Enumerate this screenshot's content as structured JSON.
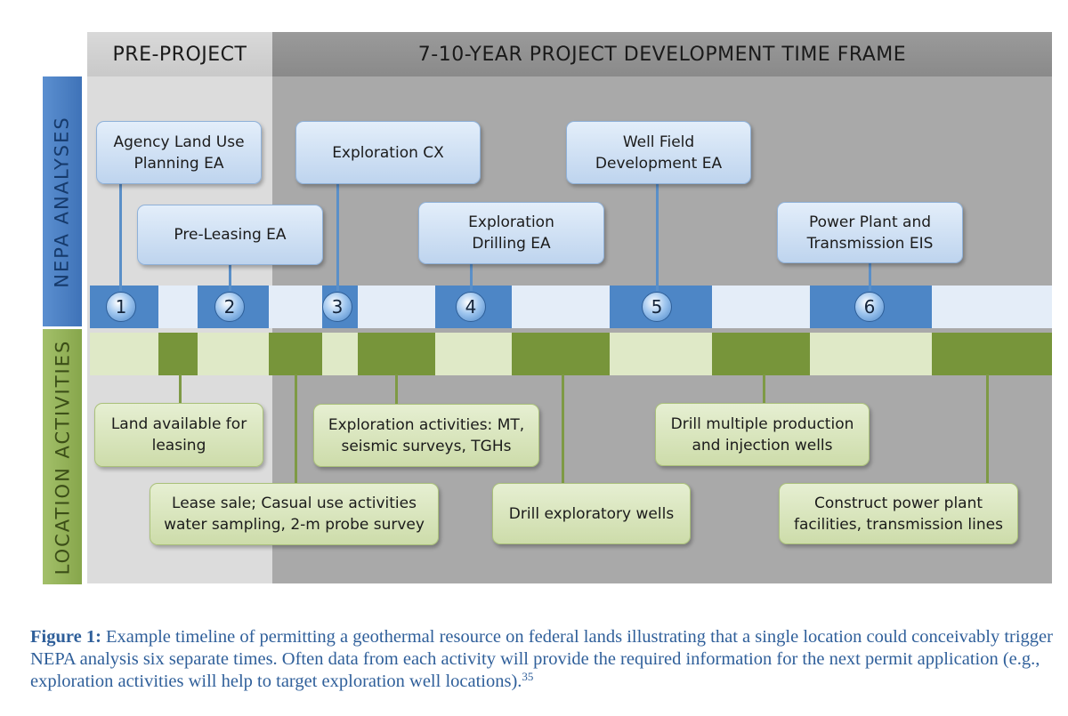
{
  "headers": {
    "pre_project": "PRE-PROJECT",
    "development": "7-10-YEAR PROJECT DEVELOPMENT TIME FRAME"
  },
  "side_labels": {
    "nepa": "NEPA ANALYSES",
    "location": "LOCATION ACTIVITIES"
  },
  "steps": [
    "1",
    "2",
    "3",
    "4",
    "5",
    "6"
  ],
  "nepa_boxes": {
    "agency_land_use": "Agency Land Use\nPlanning EA",
    "pre_leasing": "Pre-Leasing EA",
    "exploration_cx": "Exploration CX",
    "exploration_drilling": "Exploration\nDrilling EA",
    "well_field": "Well Field\nDevelopment EA",
    "power_plant": "Power Plant and\nTransmission EIS"
  },
  "activity_boxes": {
    "land_available": "Land available for\nleasing",
    "lease_sale": "Lease sale; Casual use activities\nwater sampling, 2-m probe survey",
    "exploration_activities": "Exploration activities: MT,\nseismic surveys, TGHs",
    "drill_exploratory": "Drill exploratory wells",
    "drill_multiple": "Drill multiple production\nand injection wells",
    "construct_power": "Construct power plant\nfacilities, transmission lines"
  },
  "caption": {
    "label": "Figure 1:",
    "text": " Example timeline of permitting a geothermal resource on federal lands illustrating that a single location could conceivably trigger NEPA analysis six separate times. Often data from each activity will provide the required information for the next permit application (e.g., exploration activities will help to target exploration well locations).",
    "footnote": "35"
  },
  "colors": {
    "nepa_blue": "#4d86c6",
    "activity_green": "#77953a",
    "caption_blue": "#2f5f9a"
  }
}
